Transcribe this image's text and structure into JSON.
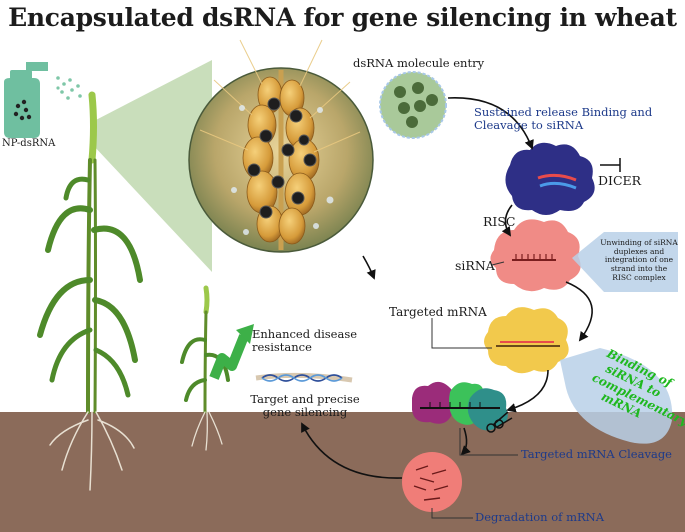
{
  "title": "Encapsulated dsRNA for gene silencing in wheat",
  "labels": {
    "np_dsrna": "NP-dsRNA",
    "dsrna_entry": "dsRNA molecule entry",
    "sustained_release": "Sustained release Binding and Cleavage to siRNA",
    "dicer": "DICER",
    "risc": "RISC",
    "sirna": "siRNA",
    "unwinding": "Unwinding of siRNA duplexes and integration of one strand into the RISC complex",
    "targeted_mrna": "Targeted mRNA",
    "binding": "Binding of siRNA to complementary mRNA",
    "enhanced_resistance": "Enhanced disease resistance",
    "target_silencing": "Target and precise gene silencing",
    "mrna_cleavage": "Targeted mRNA Cleavage",
    "degradation": "Degradation of mRNA"
  },
  "colors": {
    "soil": "#8b6b5a",
    "dicer": "#2e2f86",
    "risc": "#f08b86",
    "targeted_complex": "#f2c94c",
    "callout": "#b8d0e8",
    "label_blue": "#1d3a8a",
    "label_green": "#1fb81f",
    "degradation": "#f07d78"
  },
  "icons": [
    "spray-bottle-icon",
    "scissors-icon",
    "upward-arrow-icon"
  ]
}
